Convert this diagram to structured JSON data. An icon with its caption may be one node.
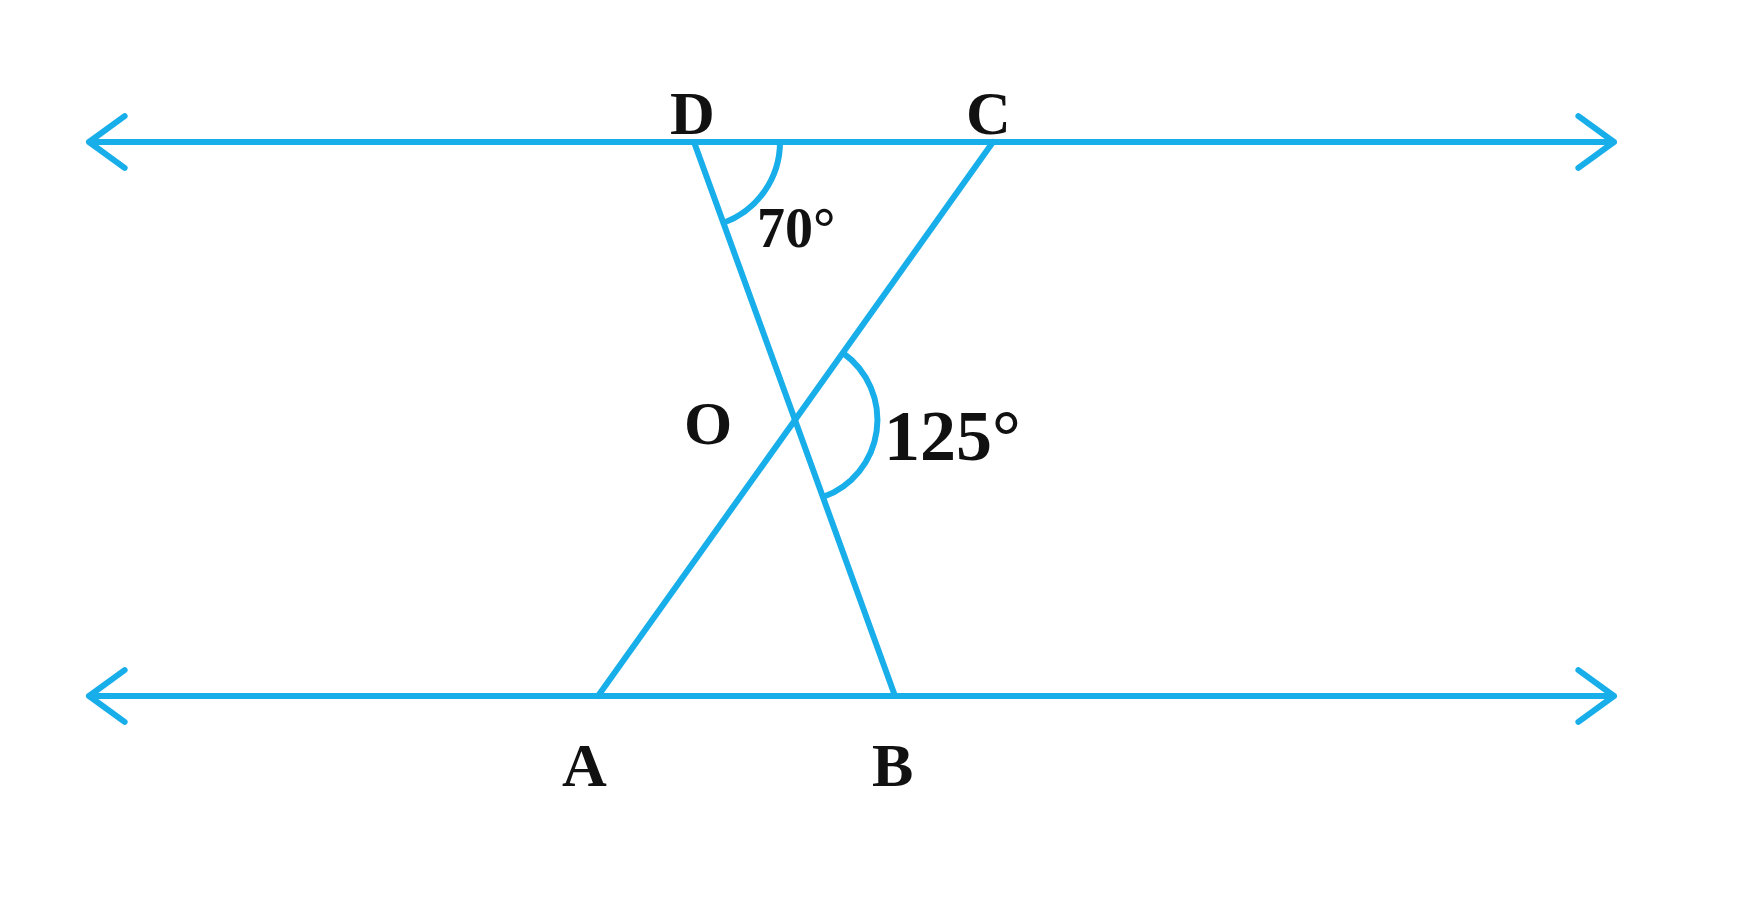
{
  "diagram": {
    "nodes": [
      {
        "text": [
          "D"
        ]
      },
      {
        "text": [
          "C"
        ]
      },
      {
        "text": [
          "O"
        ]
      },
      {
        "text": [
          "A"
        ]
      },
      {
        "text": [
          "B"
        ]
      }
    ],
    "edges": [
      {
        "from": 0,
        "to": 1,
        "arrow": "none"
      },
      {
        "from": 3,
        "to": 4,
        "arrow": "none"
      },
      {
        "from": 0,
        "to": 2,
        "arrow": "none"
      },
      {
        "from": 2,
        "to": 4,
        "arrow": "none"
      },
      {
        "from": 1,
        "to": 2,
        "arrow": "none"
      },
      {
        "from": 2,
        "to": 3,
        "arrow": "none"
      },
      {
        "from": 0,
        "to": null,
        "arrow": "to"
      },
      {
        "from": 1,
        "to": null,
        "arrow": "to"
      },
      {
        "from": 3,
        "to": null,
        "arrow": "to"
      },
      {
        "from": 4,
        "to": null,
        "arrow": "to"
      }
    ],
    "labels": [
      "70°",
      "125°"
    ]
  }
}
